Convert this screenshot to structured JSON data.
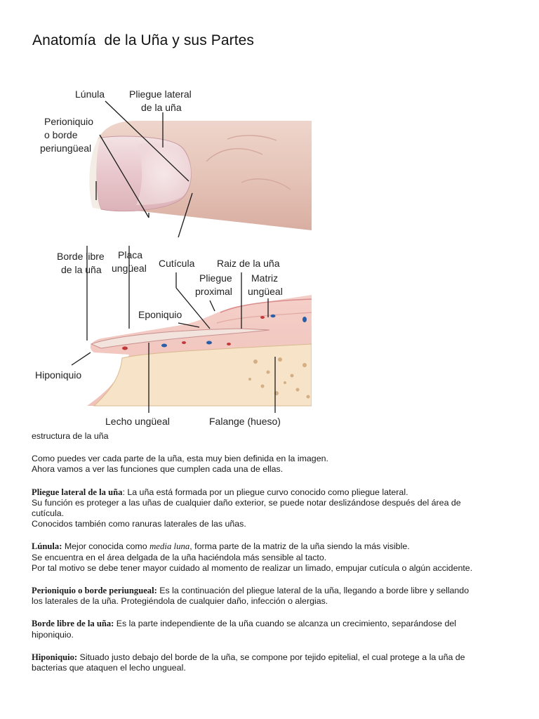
{
  "title": "Anatomía  de la Uña y sus Partes",
  "figure": {
    "labels": {
      "lunula": "Lúnula",
      "pliegue_lateral_1": "Pliegue lateral",
      "pliegue_lateral_2": "de la uña",
      "perioniquio_1": "Perioniquio",
      "perioniquio_2": "o borde",
      "perioniquio_3": "periungüeal",
      "borde_libre_1": "Borde libre",
      "borde_libre_2": "de la uña",
      "placa_1": "Placa",
      "placa_2": "ungüeal",
      "cuticula": "Cutícula",
      "raiz": "Raiz de la uña",
      "pliegue_proximal_1": "Pliegue",
      "pliegue_proximal_2": "proximal",
      "matriz_1": "Matriz",
      "matriz_2": "ungüeal",
      "eponiquio": "Eponiquio",
      "hiponiquio": "Hiponiquio",
      "lecho": "Lecho ungüeal",
      "falange": "Falange (hueso)"
    }
  },
  "caption": "estructura de la uña",
  "intro": {
    "line1": "Como puedes ver cada parte de la uña, esta muy bien definida en la imagen.",
    "line2": "Ahora vamos a ver las funciones que cumplen cada una de ellas."
  },
  "sections": {
    "pliegue": {
      "term": "Pliegue lateral de la uña",
      "text1": ": La uña está formada por un pliegue curvo conocido como pliegue lateral.",
      "line2": "Su función es proteger a las uñas de cualquier daño exterior, se puede notar deslizándose después del área de",
      "line3": "cutícula.",
      "line4": "Conocidos también como ranuras laterales de las uñas."
    },
    "lunula": {
      "term": "Lúnula:",
      "text1a": " Mejor conocida como ",
      "em": "media luna",
      "text1b": ", forma parte de la matriz de la uña siendo la más visible.",
      "line2": "Se encuentra en el área delgada de la uña haciéndola más sensible al tacto.",
      "line3": "Por tal motivo se debe tener mayor cuidado al momento de realizar un limado, empujar cutícula o algún accidente."
    },
    "perioniquio": {
      "term": "Perioniquio o borde periungueal:",
      "text1": " Es la continuación del pliegue lateral de la uña, llegando a borde libre y sellando",
      "line2": "los laterales de la uña. Protegiéndola de cualquier daño, infección o alergias."
    },
    "borde": {
      "term": "Borde libre de la uña:",
      "text1": " Es la parte independiente de la uña cuando se alcanza un crecimiento, separándose del",
      "line2": "hiponiquio."
    },
    "hiponiquio": {
      "term": "Hiponiquio:",
      "text1": " Situado justo debajo del borde de la uña, se compone por tejido epitelial, el cual protege a la uña de",
      "line2": "bacterias que ataquen el lecho ungueal."
    }
  }
}
